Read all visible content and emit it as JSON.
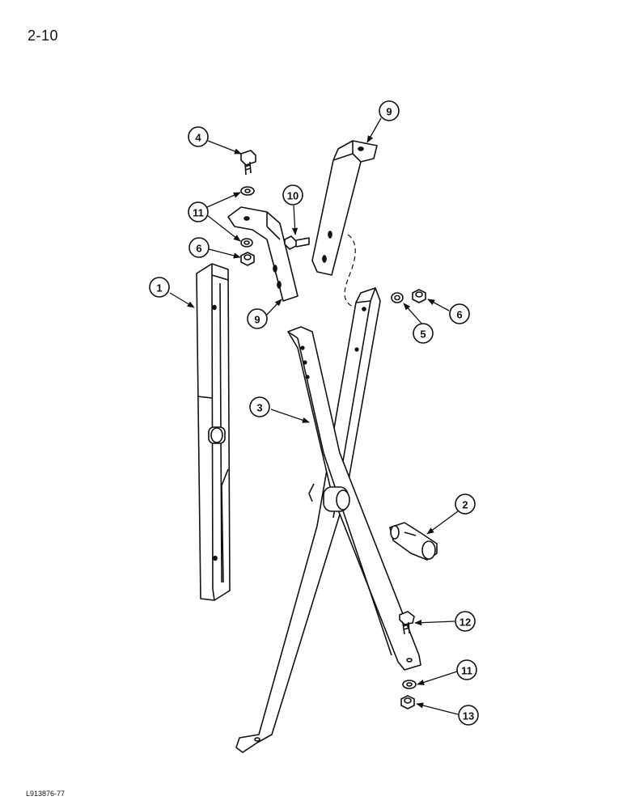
{
  "page": {
    "number": "2-10",
    "figure_code": "L913876-77"
  },
  "callouts": [
    {
      "id": "c4",
      "label": "4",
      "part": "cap-screw-top"
    },
    {
      "id": "c11a",
      "label": "11",
      "part": "washer-top"
    },
    {
      "id": "c6a",
      "label": "6",
      "part": "nut-left"
    },
    {
      "id": "c1",
      "label": "1",
      "part": "slide-bar"
    },
    {
      "id": "c9a",
      "label": "9",
      "part": "bracket-left"
    },
    {
      "id": "c10",
      "label": "10",
      "part": "bolt-bracket"
    },
    {
      "id": "c9b",
      "label": "9",
      "part": "bracket-right"
    },
    {
      "id": "c6b",
      "label": "6",
      "part": "nut-right"
    },
    {
      "id": "c5",
      "label": "5",
      "part": "washer-right"
    },
    {
      "id": "c3",
      "label": "3",
      "part": "x-frame"
    },
    {
      "id": "c2",
      "label": "2",
      "part": "pivot-pin"
    },
    {
      "id": "c12",
      "label": "12",
      "part": "bolt-bottom"
    },
    {
      "id": "c11b",
      "label": "11",
      "part": "washer-bottom"
    },
    {
      "id": "c13",
      "label": "13",
      "part": "nut-bottom"
    }
  ]
}
